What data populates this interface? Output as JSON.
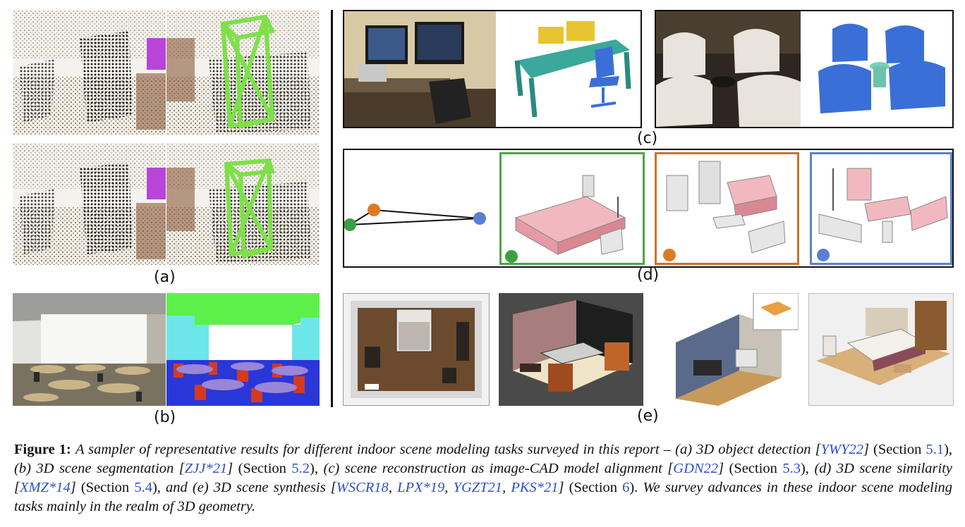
{
  "labels": {
    "a": "(a)",
    "b": "(b)",
    "c": "(c)",
    "d": "(d)",
    "e": "(e)"
  },
  "caption": {
    "figure_label": "Figure 1:",
    "t1": "A sampler of representative results for different indoor scene modeling tasks surveyed in this report – (a) 3D object detection [",
    "c1": "YWY22",
    "t2": "] ",
    "s1a": "(Section ",
    "s1": "5.1",
    "s1b": "), ",
    "t3": "(b) 3D scene segmentation [",
    "c2": "ZJJ*21",
    "t4": "] ",
    "s2a": "(Section ",
    "s2": "5.2",
    "s2b": "), ",
    "t5": "(c) scene reconstruction as image-CAD model alignment [",
    "c3": "GDN22",
    "t6": "] ",
    "s3a": "(Section ",
    "s3": "5.3",
    "s3b": "), ",
    "t7": "(d) 3D scene similarity [",
    "c4": "XMZ*14",
    "t8": "] ",
    "s4a": "(Section ",
    "s4": "5.4",
    "s4b": "), ",
    "t9": "and (e) 3D scene synthesis [",
    "c5": "WSCR18",
    "sep1": ", ",
    "c6": "LPX*19",
    "sep2": ", ",
    "c7": "YGZT21",
    "sep3": ", ",
    "c8": "PKS*21",
    "t10": "] ",
    "s5a": "(Section ",
    "s5": "6",
    "s5b": "). ",
    "t11": "We survey advances in these indoor scene modeling tasks mainly in the realm of 3D geometry."
  },
  "colors": {
    "bbox_green": "#7ee04a",
    "pink": "#f2b8c0",
    "node_orange": "#e07a20",
    "node_green": "#3aa040",
    "node_blue": "#5b7fd0",
    "frame_green": "#4fa64a",
    "frame_orange": "#c9742a",
    "frame_blue": "#5b82c8",
    "seg_red": "#d43a22",
    "seg_blue": "#2a37d8",
    "seg_purple": "#9a86d8",
    "seg_green": "#5ef04a",
    "seg_cyan": "#6de6ea",
    "cad_yellow": "#e8c430",
    "cad_teal": "#3aa89a",
    "cad_blue": "#3a6fd8"
  }
}
